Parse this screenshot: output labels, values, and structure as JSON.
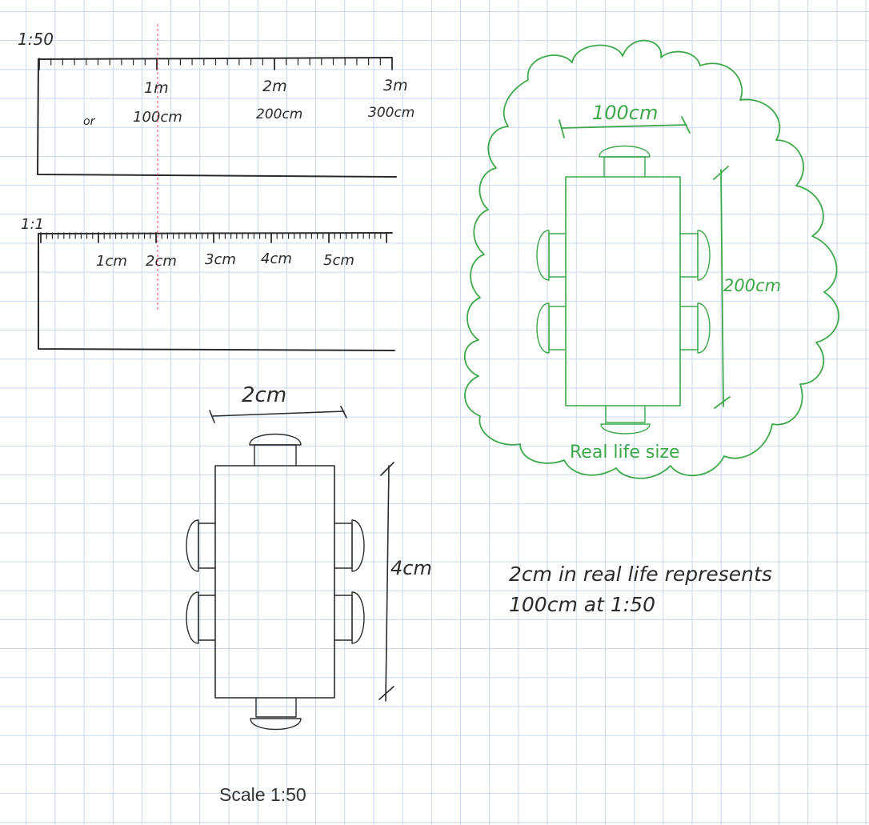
{
  "ruler_50": {
    "scale_label": "1:50",
    "major_labels": [
      "1m",
      "2m",
      "3m"
    ],
    "sub_labels": [
      "100cm",
      "200cm",
      "300cm"
    ],
    "or_label": "or"
  },
  "ruler_1": {
    "scale_label": "1:1",
    "labels": [
      "1cm",
      "2cm",
      "3cm",
      "4cm",
      "5cm"
    ]
  },
  "scaled_plan": {
    "width_label": "2cm",
    "height_label": "4cm",
    "caption": "Scale 1:50"
  },
  "real_plan": {
    "width_label": "100cm",
    "height_label": "200cm",
    "caption": "Real life size"
  },
  "note": {
    "line1": "2cm in real life represents",
    "line2": "100cm at 1:50"
  },
  "colors": {
    "ink": "#2b2b2b",
    "green": "#3da84a",
    "guide": "#e0465a",
    "grid": "#c9d8ee"
  }
}
